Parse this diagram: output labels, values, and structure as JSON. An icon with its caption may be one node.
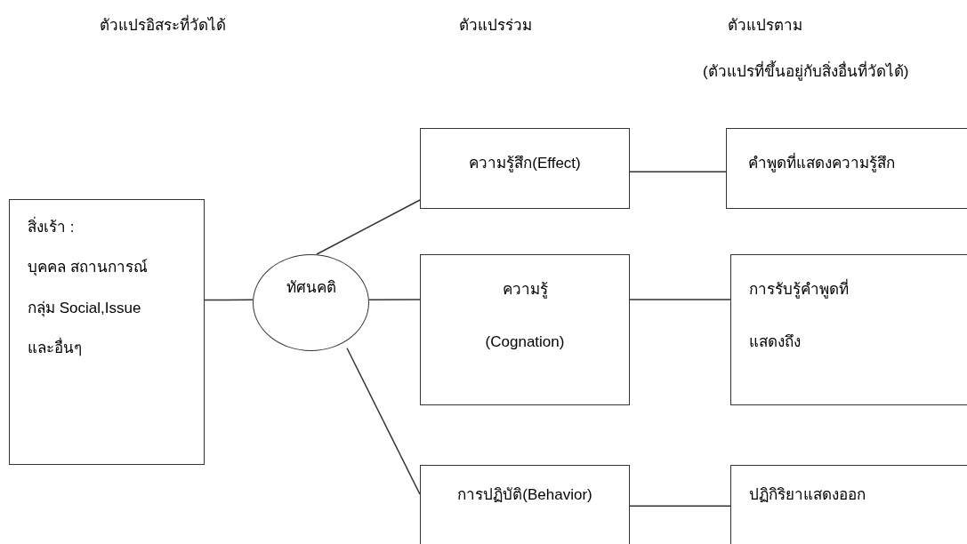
{
  "diagram": {
    "nodes": [
      {
        "text": [
          "สิ่งเร้า :",
          "บุคคล สถานการณ์",
          "กลุ่ม Social,Issue",
          "และอื่นๆ"
        ]
      },
      {
        "text": [
          "ทัศนคติ"
        ]
      },
      {
        "text": [
          "ความรู้สึก(Effect)"
        ]
      },
      {
        "text": [
          "ความรู้",
          "(Cognation)"
        ]
      },
      {
        "text": [
          "การปฏิบัติ(Behavior)"
        ]
      },
      {
        "text": [
          "คำพูดที่แสดงความรู้สึก"
        ]
      },
      {
        "text": [
          "การรับรู้คำพูดที่",
          "แสดงถึง"
        ]
      },
      {
        "text": [
          "ปฏิกิริยาแสดงออก"
        ]
      }
    ],
    "edges": [
      {
        "from": 0,
        "to": 1,
        "arrow": "none"
      },
      {
        "from": 1,
        "to": 2,
        "arrow": "none"
      },
      {
        "from": 1,
        "to": 3,
        "arrow": "none"
      },
      {
        "from": 1,
        "to": 4,
        "arrow": "none"
      },
      {
        "from": 2,
        "to": 5,
        "arrow": "none"
      },
      {
        "from": 3,
        "to": 6,
        "arrow": "none"
      },
      {
        "from": 4,
        "to": 7,
        "arrow": "none"
      }
    ],
    "labels": [
      "ตัวแปรอิสระที่วัดได้",
      "ตัวแปรร่วม",
      "ตัวแปรตาม",
      "(ตัวแปรที่ขึ้นอยู่กับสิ่งอื่นที่วัดได้)"
    ]
  }
}
